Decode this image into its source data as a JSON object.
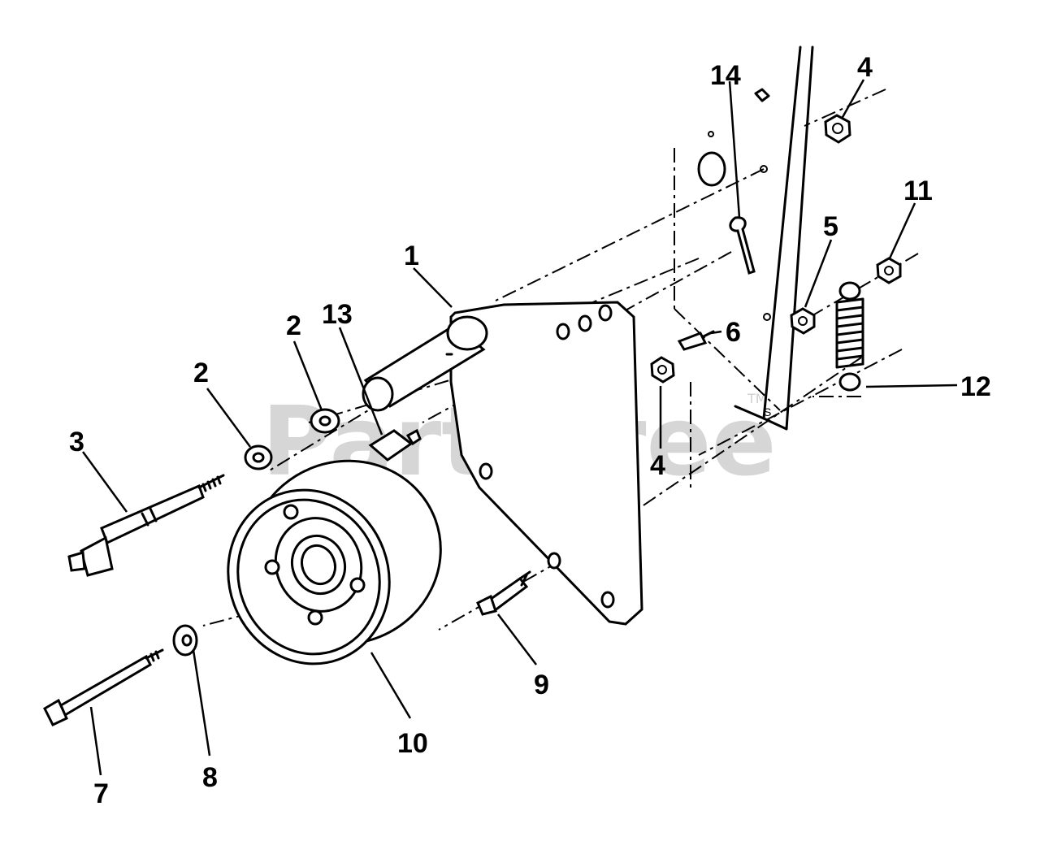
{
  "callouts": {
    "c1": "1",
    "c2a": "2",
    "c2b": "2",
    "c3": "3",
    "c4a": "4",
    "c4b": "4",
    "c5": "5",
    "c6": "6",
    "c7": "7",
    "c8": "8",
    "c9": "9",
    "c10": "10",
    "c11": "11",
    "c12": "12",
    "c13": "13",
    "c14": "14"
  },
  "watermark": {
    "text": "PartsTree",
    "tm": "TM"
  }
}
